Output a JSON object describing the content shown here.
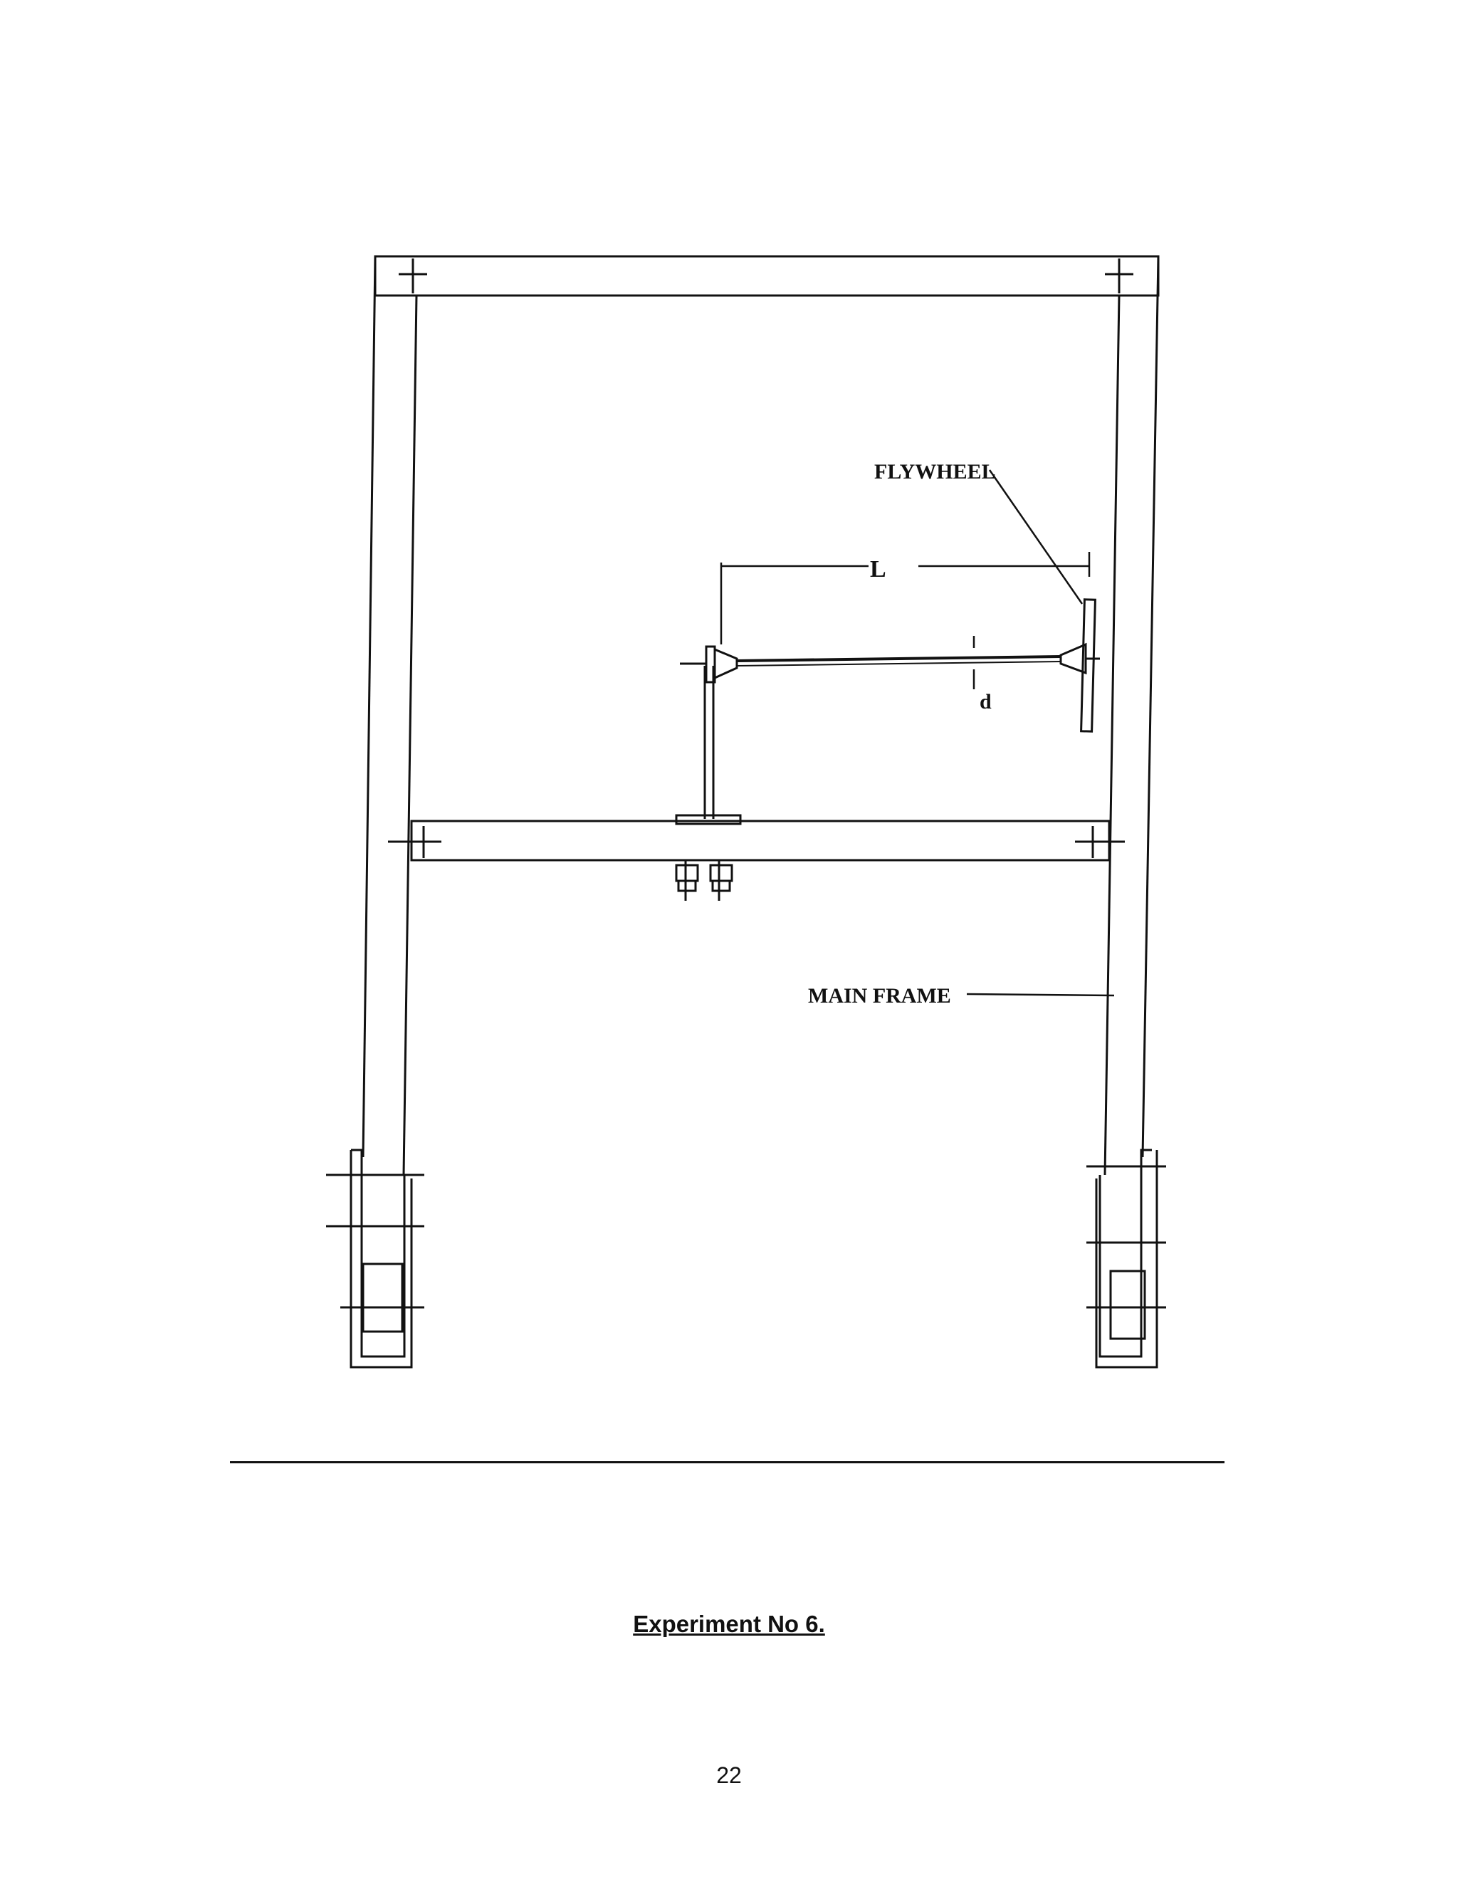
{
  "figure": {
    "labels": {
      "flywheel": "FLYWHEEL",
      "length": "L",
      "diameter": "d",
      "main_frame": "MAIN FRAME"
    }
  },
  "caption": "Experiment No 6.",
  "page_number": "22"
}
